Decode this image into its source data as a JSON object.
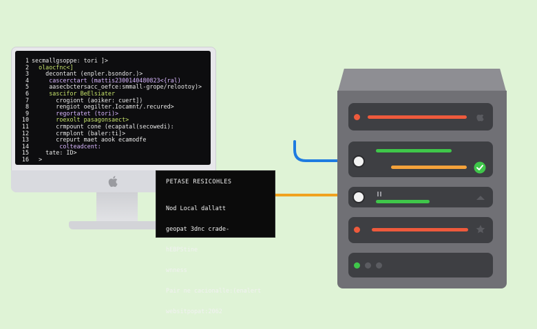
{
  "terminal": {
    "lines": [
      {
        "n": "1",
        "t": "secmallgsoppe: tori ]>"
      },
      {
        "n": "2",
        "t": "  olaocfnc<]"
      },
      {
        "n": "3",
        "t": "    decontant (enpler.bsondor.)>"
      },
      {
        "n": "4",
        "t": "     cascerctart (mattis2300140480823<{ral)"
      },
      {
        "n": "5",
        "t": "     aasecbctersacc_oefce:smmall-grope/relootoy)>"
      },
      {
        "n": "6",
        "t": "     sascifor BeElsiater"
      },
      {
        "n": "7",
        "t": "       crogiont (aoiker: cuert])"
      },
      {
        "n": "8",
        "t": "       rengiot oegilter.Iocamnt/.recured>"
      },
      {
        "n": "9",
        "t": "       regortatet (tori)>"
      },
      {
        "n": "10",
        "t": "       roexolt pasagonsaect>"
      },
      {
        "n": "11",
        "t": "       crmpount cone (ecapatal(secowedi):"
      },
      {
        "n": "12",
        "t": "       crmplont (baler:ti]>"
      },
      {
        "n": "13",
        "t": "       crepurt maet aook ecamodfe"
      },
      {
        "n": "14",
        "t": "        colteadcent:"
      },
      {
        "n": "15",
        "t": "    tate: ID>"
      },
      {
        "n": "16",
        "t": "  >"
      }
    ]
  },
  "infobox": {
    "title": "PETASE RESICOHLES",
    "lines": [
      "Nod Local dallatt",
      "geopat 3dnc crade-",
      "hEBPStine",
      "wnness",
      "Pair ne cacionalle:(enalert",
      "websitpopat:2062"
    ]
  },
  "colors": {
    "background": "#dff3d6",
    "connector_blue": "#1e7be0",
    "connector_orange": "#f0a21e",
    "status_green": "#3fc64a",
    "status_red": "#ee5a3c",
    "status_orange": "#f4a23a"
  },
  "icons": {
    "slot1": "apple-icon",
    "slot2": "check-circle-icon",
    "slot3": "chevron-up-icon",
    "slot4": "star-icon"
  }
}
